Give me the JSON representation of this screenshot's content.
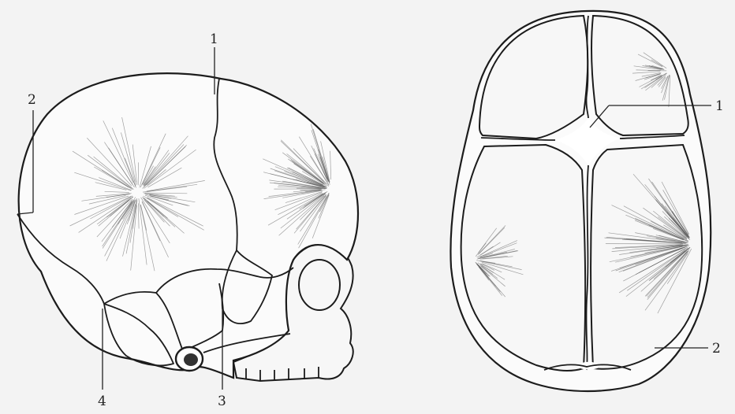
{
  "figure": {
    "lateral_view": {
      "callouts": [
        {
          "id": "lat-1",
          "label": "1"
        },
        {
          "id": "lat-2",
          "label": "2"
        },
        {
          "id": "lat-3",
          "label": "3"
        },
        {
          "id": "lat-4",
          "label": "4"
        }
      ]
    },
    "superior_view": {
      "callouts": [
        {
          "id": "sup-1",
          "label": "1"
        },
        {
          "id": "sup-2",
          "label": "2"
        }
      ]
    }
  },
  "colors": {
    "background": "#f3f3f3",
    "ink": "#1c1c1c",
    "bone_fill": "#f7f7f7"
  }
}
